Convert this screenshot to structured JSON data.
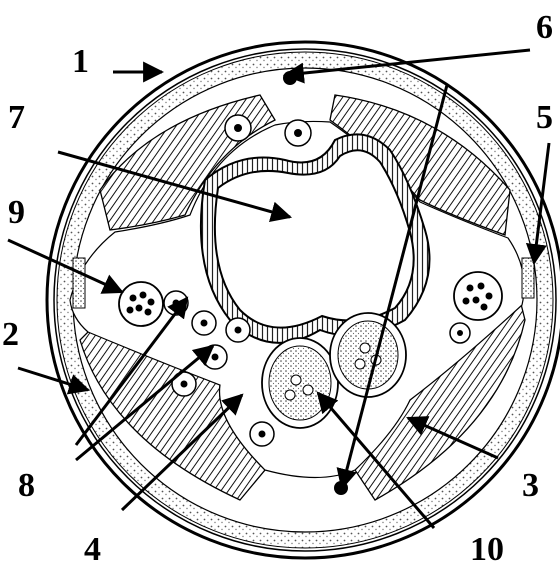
{
  "labels": {
    "l1": "1",
    "l2": "2",
    "l3": "3",
    "l4": "4",
    "l5": "5",
    "l6": "6",
    "l7": "7",
    "l8": "8",
    "l9": "9",
    "l10": "10"
  },
  "colors": {
    "ink": "#000000",
    "stipple": "#9a9a9a",
    "background": "#ffffff"
  }
}
